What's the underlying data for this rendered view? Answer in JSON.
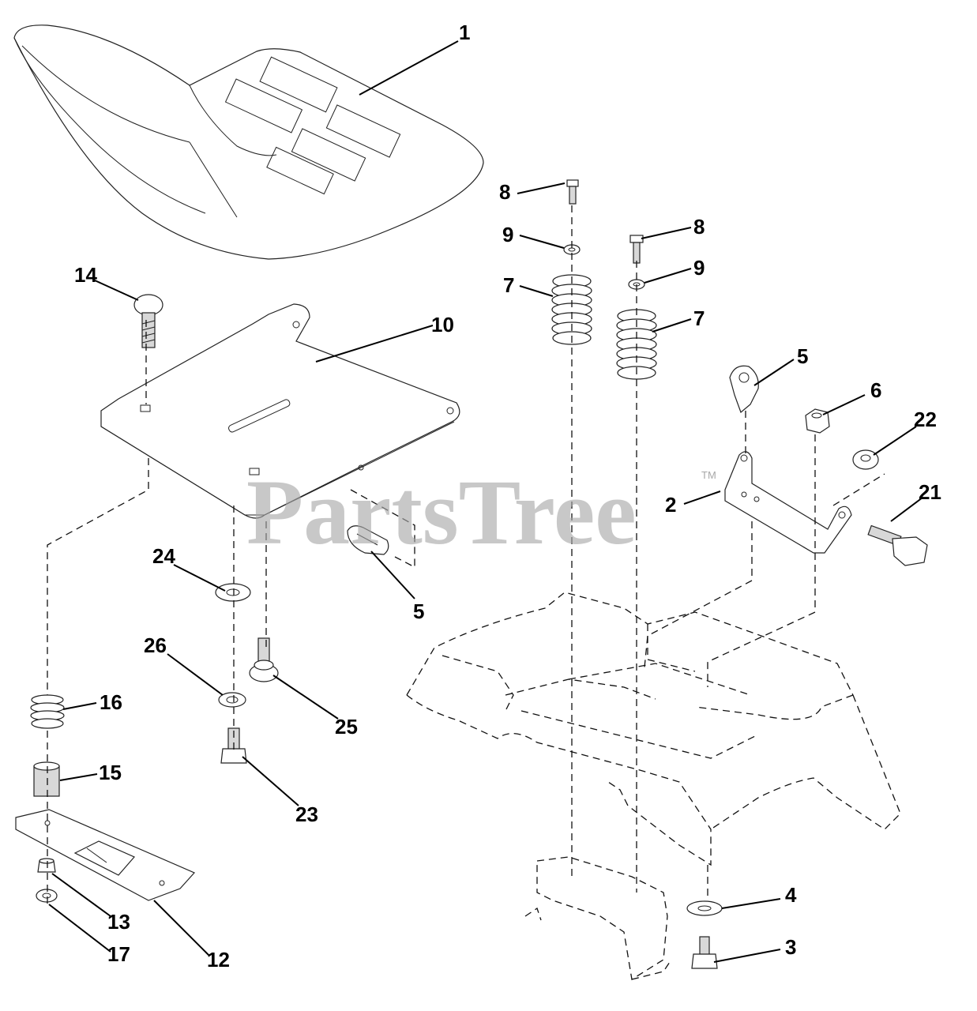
{
  "watermark": {
    "text": "PartsTree",
    "trademark": "TM"
  },
  "callouts": {
    "c1": "1",
    "c2": "2",
    "c3": "3",
    "c4": "4",
    "c5a": "5",
    "c5b": "5",
    "c6": "6",
    "c7a": "7",
    "c7b": "7",
    "c8a": "8",
    "c8b": "8",
    "c9a": "9",
    "c9b": "9",
    "c10": "10",
    "c12": "12",
    "c13": "13",
    "c14": "14",
    "c15": "15",
    "c16": "16",
    "c17": "17",
    "c21": "21",
    "c22": "22",
    "c23": "23",
    "c24": "24",
    "c25": "25",
    "c26": "26"
  }
}
